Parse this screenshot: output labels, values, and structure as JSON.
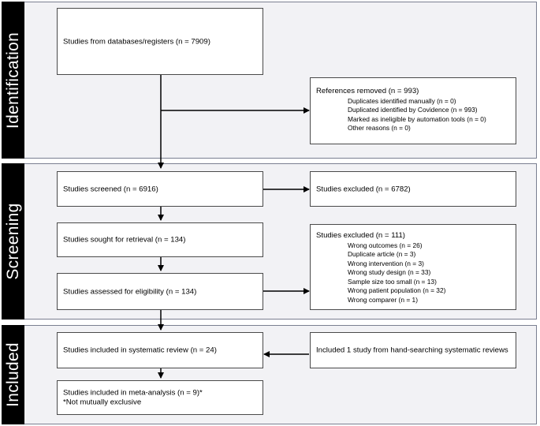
{
  "stages": {
    "identification": "Identification",
    "screening": "Screening",
    "included": "Included"
  },
  "identification": {
    "records": "Studies from databases/registers (n = 7909)",
    "removed": {
      "title": "References removed (n = 993)",
      "items": [
        "Duplicates identified manually (n = 0)",
        "Duplicated identified by Covidence (n = 993)",
        "Marked as ineligible by automation tools (n = 0)",
        "Other reasons (n = 0)"
      ]
    }
  },
  "screening": {
    "screened": "Studies screened (n = 6916)",
    "excluded1": "Studies excluded (n = 6782)",
    "sought": "Studies sought for retrieval (n = 134)",
    "assessed": "Studies assessed for eligibility (n = 134)",
    "excluded2": {
      "title": "Studies excluded (n = 111)",
      "items": [
        "Wrong outcomes (n = 26)",
        "Duplicate article (n = 3)",
        "Wrong intervention (n = 3)",
        "Wrong study design (n = 33)",
        "Sample size too small (n = 13)",
        "Wrong patient population (n = 32)",
        "Wrong comparer (n = 1)"
      ]
    }
  },
  "included": {
    "systematic": "Studies included in systematic review (n = 24)",
    "handsearch": "Included 1 study from hand-searching systematic reviews",
    "meta": "Studies included in meta-analysis (n = 9)*",
    "note": "*Not mutually exclusive"
  }
}
